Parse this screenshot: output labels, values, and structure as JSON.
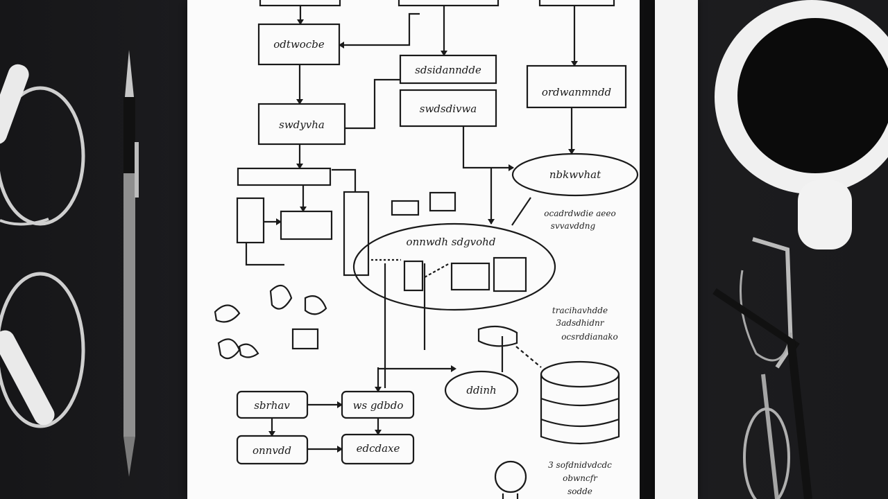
{
  "scene": {
    "description_type": "photo",
    "colors": {
      "desk": "#1c1c1e",
      "paper": "#fbfbfb",
      "ink": "#1a1a1a",
      "mug": "#f2f2f2",
      "coffee": "#0b0b0b"
    }
  },
  "objects": {
    "left_glasses": "glasses-icon",
    "pen": "pen-icon",
    "coffee_mug": "coffee-mug-icon",
    "right_glasses": "glasses-icon"
  },
  "flowchart": {
    "nodes": [
      {
        "id": "n1",
        "label": "odtwocbe"
      },
      {
        "id": "n2",
        "label": "swdyvha"
      },
      {
        "id": "n3",
        "label": "sdsidanndde"
      },
      {
        "id": "n4",
        "label": "swdsdivwa"
      },
      {
        "id": "n5",
        "label": "ordwanmndd"
      },
      {
        "id": "n6",
        "label": "nbkwvhat"
      },
      {
        "id": "n7",
        "label": "onnwdh sdgvohd"
      },
      {
        "id": "n8",
        "label": "sbrhav"
      },
      {
        "id": "n9",
        "label": "ws gdbdo"
      },
      {
        "id": "n10",
        "label": "onnvdd"
      },
      {
        "id": "n11",
        "label": "edcdaxe"
      },
      {
        "id": "n12",
        "label": "ddinh"
      }
    ],
    "notes": [
      "ocadrdwdie aeeo",
      "svvavddng",
      "tracihavhdde",
      "3adsdhidnr",
      "ocsrddianako",
      "3 sofdnidvdcdc",
      "obwncfr",
      "sodde"
    ]
  }
}
